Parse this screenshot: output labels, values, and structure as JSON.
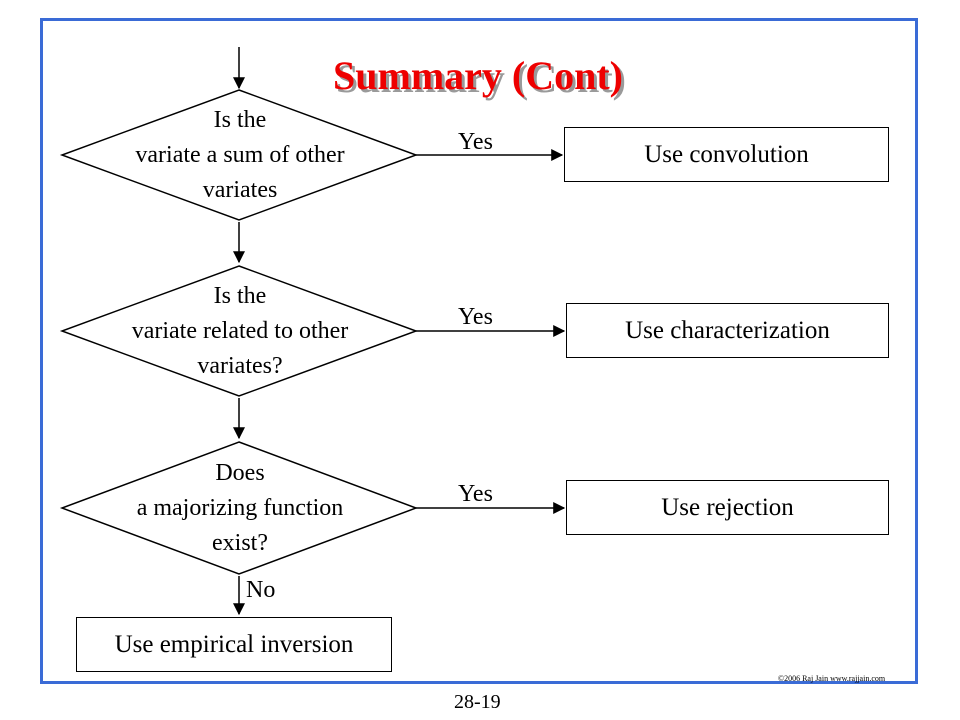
{
  "slide": {
    "title": "Summary (Cont)",
    "page_number": "28-19",
    "copyright": "©2006 Raj Jain www.rajjain.com"
  },
  "decisions": [
    {
      "lines": [
        "Is the",
        "variate a sum of other",
        "variates"
      ],
      "yes_label": "Yes",
      "yes_action": "Use convolution"
    },
    {
      "lines": [
        "Is the",
        "variate related to other",
        "variates?"
      ],
      "yes_label": "Yes",
      "yes_action": "Use characterization"
    },
    {
      "lines": [
        "Does",
        "a majorizing function",
        "exist?"
      ],
      "yes_label": "Yes",
      "yes_action": "Use rejection"
    }
  ],
  "no_branch": {
    "label": "No",
    "action": "Use empirical inversion"
  }
}
